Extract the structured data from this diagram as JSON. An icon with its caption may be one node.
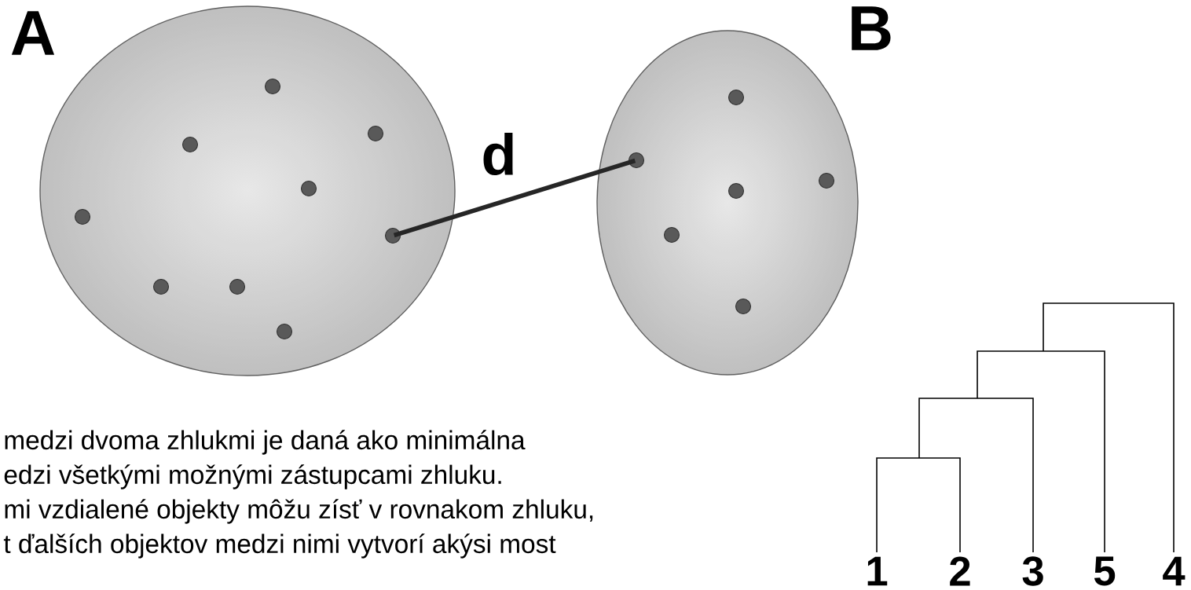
{
  "diagram": {
    "nodes": [
      {
        "text": [
          "A"
        ]
      },
      {
        "text": [],
        "shape": "circle",
        "in": 0
      },
      {
        "text": [],
        "shape": "circle",
        "in": 0
      },
      {
        "text": [],
        "shape": "circle",
        "in": 0
      },
      {
        "text": [],
        "shape": "circle",
        "in": 0
      },
      {
        "text": [],
        "shape": "circle",
        "in": 0
      },
      {
        "text": [],
        "shape": "circle",
        "in": 0
      },
      {
        "text": [],
        "shape": "circle",
        "in": 0
      },
      {
        "text": [],
        "shape": "circle",
        "in": 0
      },
      {
        "text": [],
        "shape": "circle",
        "in": 0
      },
      {
        "text": [
          "B"
        ]
      },
      {
        "text": [],
        "shape": "circle",
        "in": 10
      },
      {
        "text": [],
        "shape": "circle",
        "in": 10
      },
      {
        "text": [],
        "shape": "circle",
        "in": 10
      },
      {
        "text": [],
        "shape": "circle",
        "in": 10
      },
      {
        "text": [],
        "shape": "circle",
        "in": 10
      },
      {
        "text": [],
        "shape": "circle",
        "in": 10
      }
    ],
    "edges": [
      {
        "from": 6,
        "to": 12,
        "arrow": "none",
        "label": "d"
      }
    ],
    "labels": [
      "medzi dvoma zhlukmi je daná ako minimálna",
      "edzi všetkými možnými zástupcami zhluku.",
      "mi vzdialené objekty môžu zísť v rovnakom zhluku,",
      "t ďalších objektov medzi nimi vytvorí akýsi most",
      "1",
      "2",
      "3",
      "5",
      "4"
    ]
  }
}
